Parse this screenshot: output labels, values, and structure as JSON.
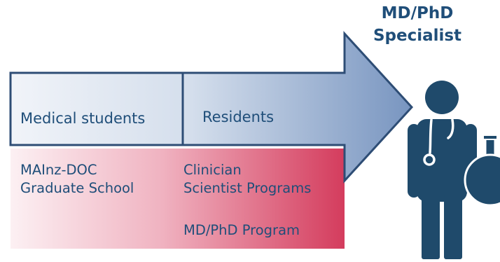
{
  "arrow": {
    "stages": [
      {
        "label": "Medical students"
      },
      {
        "label": "Residents"
      }
    ]
  },
  "programs": {
    "left_line1": "MAInz-DOC",
    "left_line2": "Graduate School",
    "right_line1": "Clinician",
    "right_line2": "Scientist Programs",
    "right_line3": "MD/PhD Program"
  },
  "target": {
    "line1": "MD/PhD",
    "line2": "Specialist",
    "icon": "physician-scientist-icon"
  },
  "colors": {
    "text": "#1f4e79",
    "arrow_outline": "#2e4d75",
    "arrow_fill_light": "#eef2f8",
    "arrow_fill_dark": "#7d9cc6",
    "band_light": "#fbeef1",
    "band_dark": "#d7405f",
    "figure": "#1f4a6b"
  }
}
